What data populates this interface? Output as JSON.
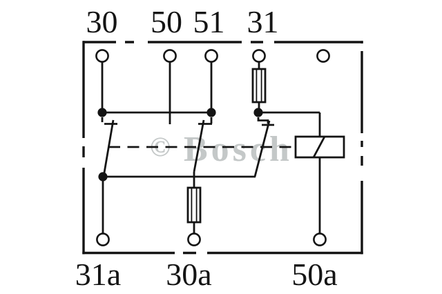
{
  "diagram": {
    "kind": "relay-wiring-diagram",
    "watermark": {
      "symbol": "©",
      "text": "Bosch"
    },
    "colors": {
      "line": "#141414",
      "watermark": "#c4c8c8",
      "background": "#ffffff"
    },
    "terminals_top": [
      {
        "label": "30"
      },
      {
        "label": "50"
      },
      {
        "label": "51"
      },
      {
        "label": "31"
      },
      {
        "label": ""
      }
    ],
    "terminals_bottom": [
      {
        "label": "31a"
      },
      {
        "label": "30a"
      },
      {
        "label": "50a"
      }
    ],
    "components": [
      {
        "name": "fuse-on-terminal-31"
      },
      {
        "name": "fuse-on-terminal-30a"
      },
      {
        "name": "relay-coil"
      },
      {
        "name": "switch-contact-left"
      },
      {
        "name": "switch-contact-middle"
      },
      {
        "name": "switch-contact-right"
      }
    ]
  }
}
